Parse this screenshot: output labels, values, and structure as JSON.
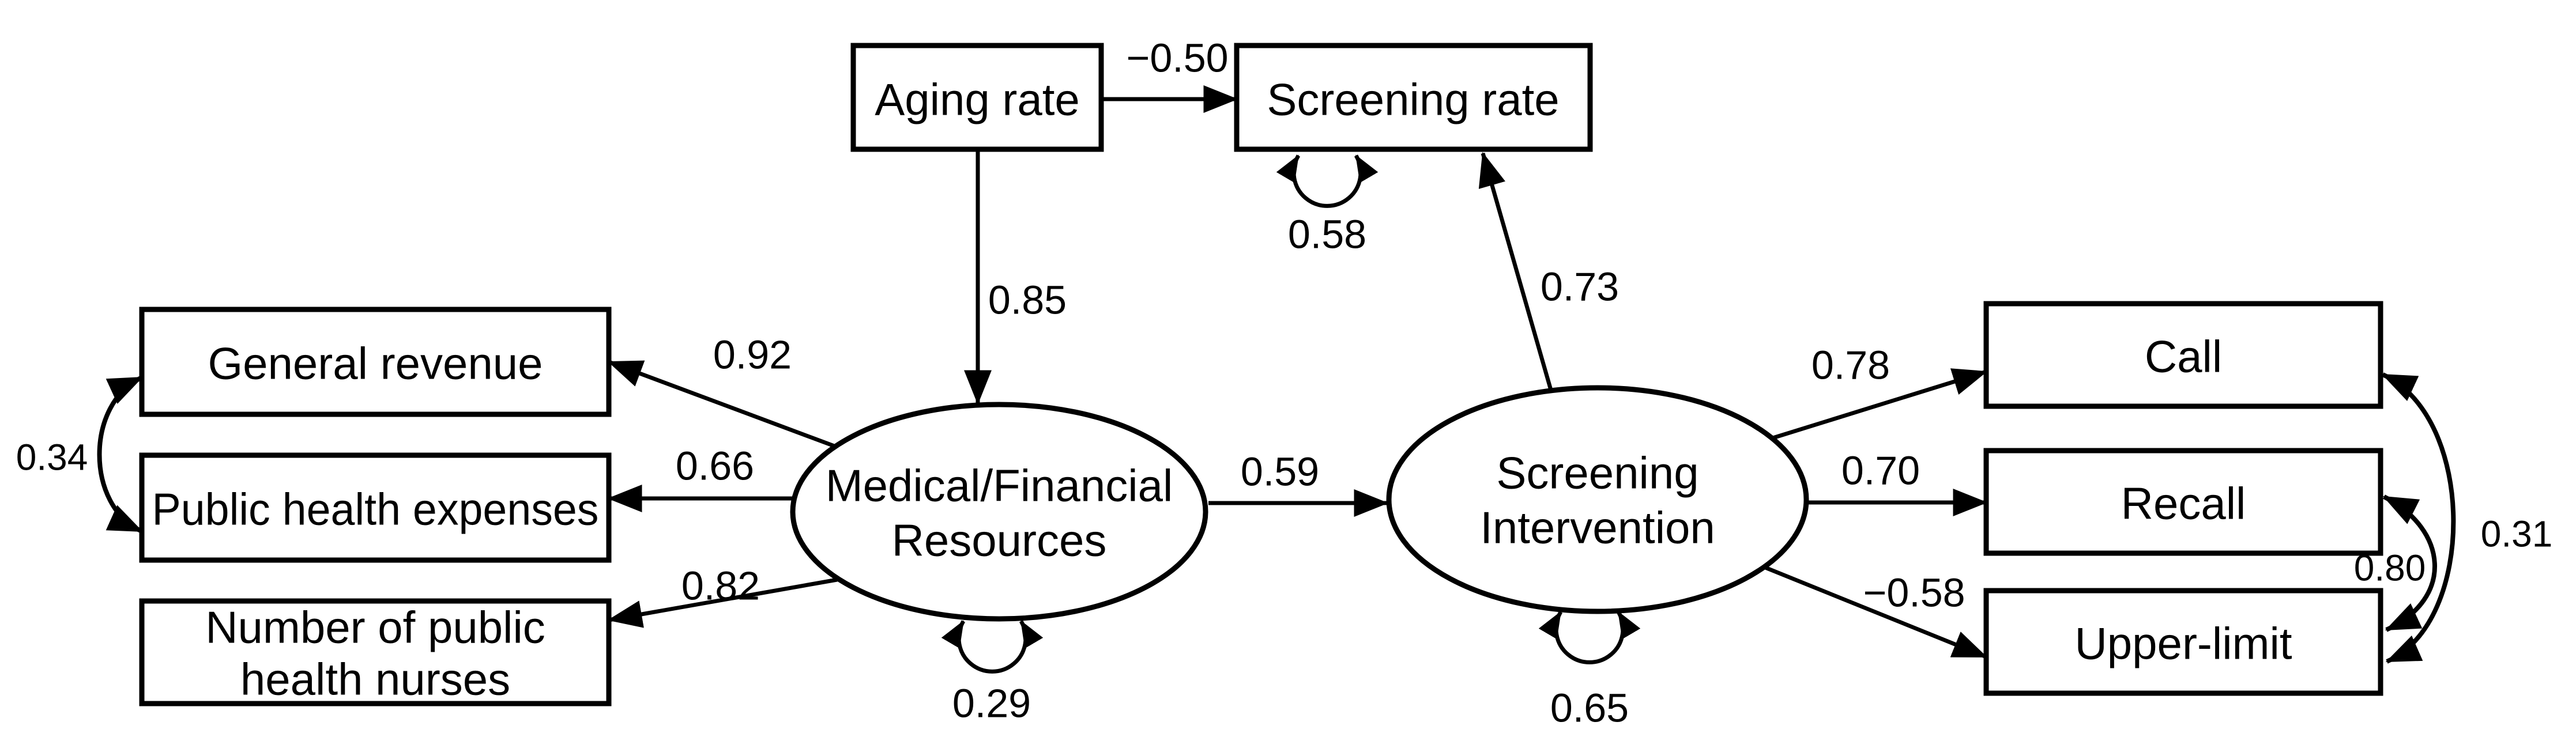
{
  "diagram_type": "structural-equation-model-path-diagram",
  "colors": {
    "background": "#ffffff",
    "line": "#000000",
    "text": "#000000"
  },
  "nodes": {
    "aging_rate": {
      "shape": "rect",
      "label": "Aging rate"
    },
    "screening_rate": {
      "shape": "rect",
      "label": "Screening rate"
    },
    "general_revenue": {
      "shape": "rect",
      "label": "General revenue"
    },
    "public_health_expenses": {
      "shape": "rect",
      "label": "Public health expenses"
    },
    "public_health_nurses": {
      "shape": "rect",
      "label_line1": "Number of public",
      "label_line2": "health nurses"
    },
    "call": {
      "shape": "rect",
      "label": "Call"
    },
    "recall": {
      "shape": "rect",
      "label": "Recall"
    },
    "upper_limit": {
      "shape": "rect",
      "label": "Upper-limit"
    },
    "medical_financial_resources": {
      "shape": "ellipse",
      "label_line1": "Medical/Financial",
      "label_line2": "Resources"
    },
    "screening_intervention": {
      "shape": "ellipse",
      "label_line1": "Screening",
      "label_line2": "Intervention"
    }
  },
  "path_coefficients": {
    "aging_rate_to_screening_rate": "−0.50",
    "aging_rate_to_medical_financial_resources": "0.85",
    "medical_financial_resources_to_general_revenue": "0.92",
    "medical_financial_resources_to_public_health_expenses": "0.66",
    "medical_financial_resources_to_public_health_nurses": "0.82",
    "medical_financial_resources_to_screening_intervention": "0.59",
    "screening_intervention_to_screening_rate": "0.73",
    "screening_intervention_to_call": "0.78",
    "screening_intervention_to_recall": "0.70",
    "screening_intervention_to_upper_limit": "−0.58"
  },
  "covariances": {
    "general_revenue_with_public_health_expenses": "0.34",
    "call_with_upper_limit": "0.31",
    "recall_with_upper_limit": "0.80"
  },
  "error_variances": {
    "screening_rate": "0.58",
    "medical_financial_resources": "0.29",
    "screening_intervention": "0.65"
  }
}
